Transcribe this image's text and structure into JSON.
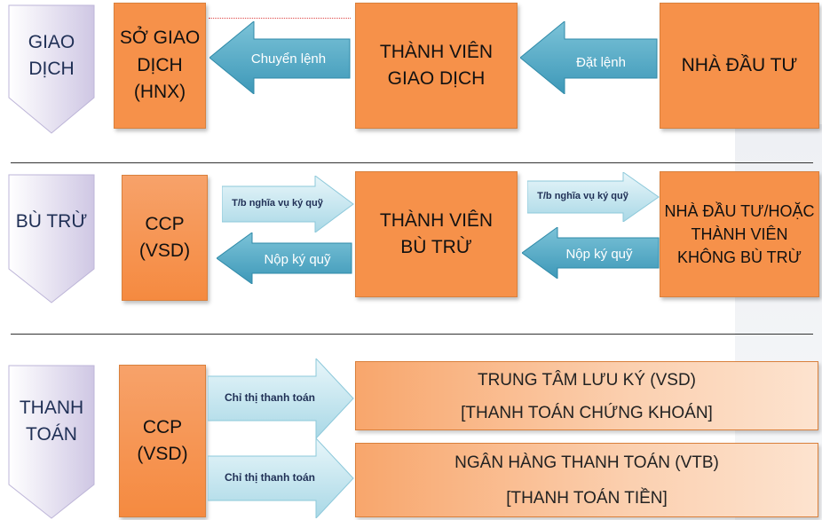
{
  "rows": {
    "trading": {
      "label": "GIAO DỊCH",
      "exchange": "SỞ GIAO DỊCH (HNX)",
      "member": "THÀNH VIÊN GIAO DỊCH",
      "investor": "NHÀ ĐẦU TƯ",
      "arrow_order": "Đặt lệnh",
      "arrow_route": "Chuyển lệnh"
    },
    "clearing": {
      "label": "BÙ TRỪ",
      "ccp": "CCP (VSD)",
      "member": "THÀNH VIÊN BÙ TRỪ",
      "investor": "NHÀ ĐẦU TƯ/HOẶC THÀNH VIÊN KHÔNG BÙ TRỪ",
      "margin_notice_left": "T/b nghĩa vụ ký quỹ",
      "margin_notice_right": "T/b nghĩa vụ ký quỹ",
      "margin_pay_left": "Nộp ký quỹ",
      "margin_pay_right": "Nộp ký quỹ"
    },
    "settlement": {
      "label": "THANH TOÁN",
      "ccp": "CCP (VSD)",
      "depository_title": "TRUNG TÂM LƯU KÝ (VSD)",
      "depository_sub": "[THANH TOÁN CHỨNG KHOÁN]",
      "bank_title": "NGÂN HÀNG THANH TOÁN (VTB)",
      "bank_sub": "[THANH TOÁN TIỀN]",
      "instruction_top": "Chỉ thị thanh toán",
      "instruction_bottom": "Chỉ thị thanh toán"
    }
  },
  "colors": {
    "box_orange": "#f6914a",
    "arrow_blue": "#4aa8c4",
    "arrow_light": "#c8e8f0",
    "chevron": "#d9d3ea"
  }
}
